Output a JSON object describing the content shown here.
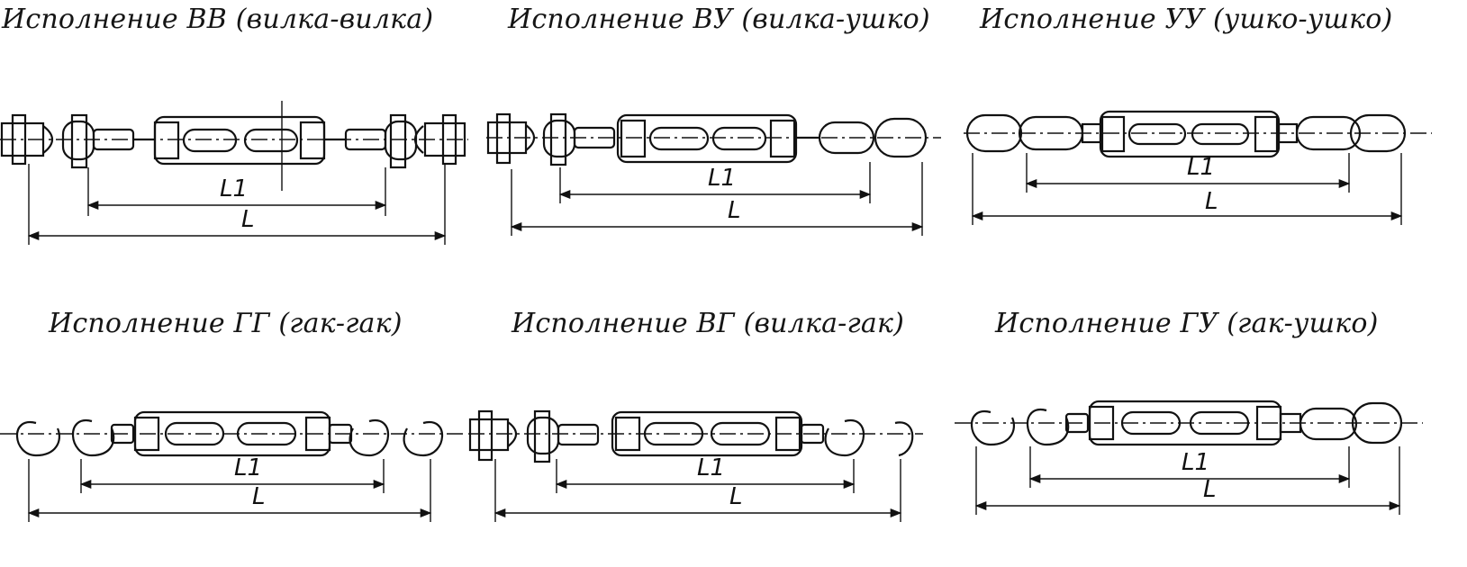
{
  "panels": [
    {
      "title": "Исполнение ВВ (вилка-вилка)",
      "dim_inner": "L1",
      "dim_outer": "L"
    },
    {
      "title": "Исполнение ВУ (вилка-ушко)",
      "dim_inner": "L1",
      "dim_outer": "L"
    },
    {
      "title": "Исполнение УУ (ушко-ушко)",
      "dim_inner": "L1",
      "dim_outer": "L"
    },
    {
      "title": "Исполнение ГГ (гак-гак)",
      "dim_inner": "L1",
      "dim_outer": "L"
    },
    {
      "title": "Исполнение ВГ (вилка-гак)",
      "dim_inner": "L1",
      "dim_outer": "L"
    },
    {
      "title": "Исполнение ГУ (гак-ушко)",
      "dim_inner": "L1",
      "dim_outer": "L"
    }
  ]
}
